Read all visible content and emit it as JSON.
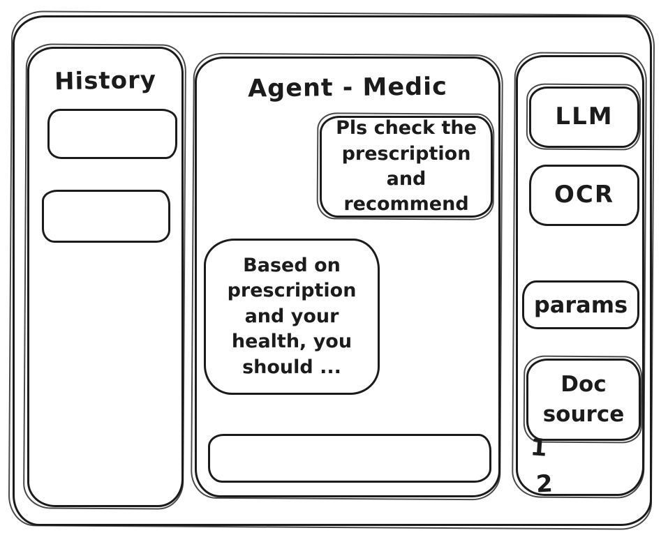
{
  "colors": {
    "ink": "#1b1b1b",
    "background": "#ffffff"
  },
  "history_panel": {
    "title": "History",
    "items": [
      {
        "label": ""
      },
      {
        "label": ""
      }
    ]
  },
  "chat_panel": {
    "title": "Agent - Medic",
    "user_message": "Pls check the prescription and recommend",
    "agent_message": "Based on prescription and your health, you should ...",
    "input_value": ""
  },
  "tools_panel": {
    "buttons": [
      {
        "label": "LLM"
      },
      {
        "label": "OCR"
      },
      {
        "label": "params"
      },
      {
        "label": "Doc source"
      }
    ],
    "doc_sources": [
      "1",
      "2"
    ]
  }
}
